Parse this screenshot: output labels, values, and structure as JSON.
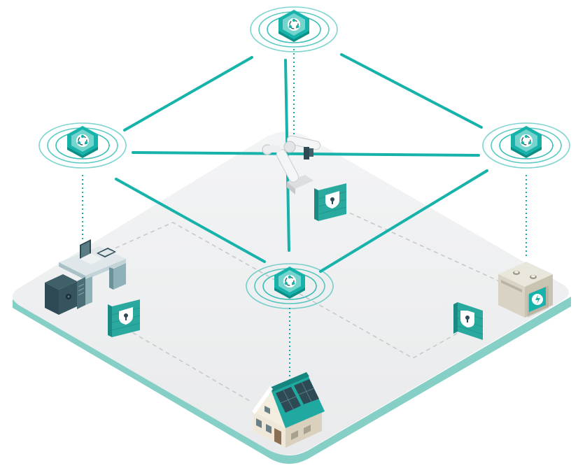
{
  "diagram": {
    "kind": "isometric-network",
    "colors": {
      "teal": "#17b3aa",
      "teal_dark": "#0d8f87",
      "teal_light": "#7fd8d1",
      "platform_top": "#eeeff0",
      "platform_edge": "#85cfc6",
      "dashed_line": "#c8cbcd",
      "firewall": "#2aa99f",
      "ink": "#2d4a55"
    },
    "hubs": [
      {
        "id": "hub-top",
        "icon": "network-hub-icon"
      },
      {
        "id": "hub-left",
        "icon": "network-hub-icon"
      },
      {
        "id": "hub-right",
        "icon": "network-hub-icon"
      },
      {
        "id": "hub-center",
        "icon": "network-hub-icon"
      }
    ],
    "links": [
      [
        "hub-top",
        "hub-left"
      ],
      [
        "hub-top",
        "hub-right"
      ],
      [
        "hub-top",
        "hub-center"
      ],
      [
        "hub-left",
        "hub-right"
      ],
      [
        "hub-left",
        "hub-center"
      ],
      [
        "hub-right",
        "hub-center"
      ]
    ],
    "devices": [
      {
        "id": "workstation",
        "icon": "workstation-icon",
        "hub": "hub-left"
      },
      {
        "id": "robot-arm",
        "icon": "robot-arm-icon",
        "hub": "hub-top"
      },
      {
        "id": "battery",
        "icon": "battery-storage-icon",
        "hub": "hub-right"
      },
      {
        "id": "solar-house",
        "icon": "solar-house-icon",
        "hub": "hub-center"
      }
    ],
    "firewalls": [
      {
        "id": "firewall-top",
        "icon": "firewall-lock-icon"
      },
      {
        "id": "firewall-left",
        "icon": "firewall-lock-icon"
      },
      {
        "id": "firewall-right",
        "icon": "firewall-lock-icon"
      }
    ]
  }
}
